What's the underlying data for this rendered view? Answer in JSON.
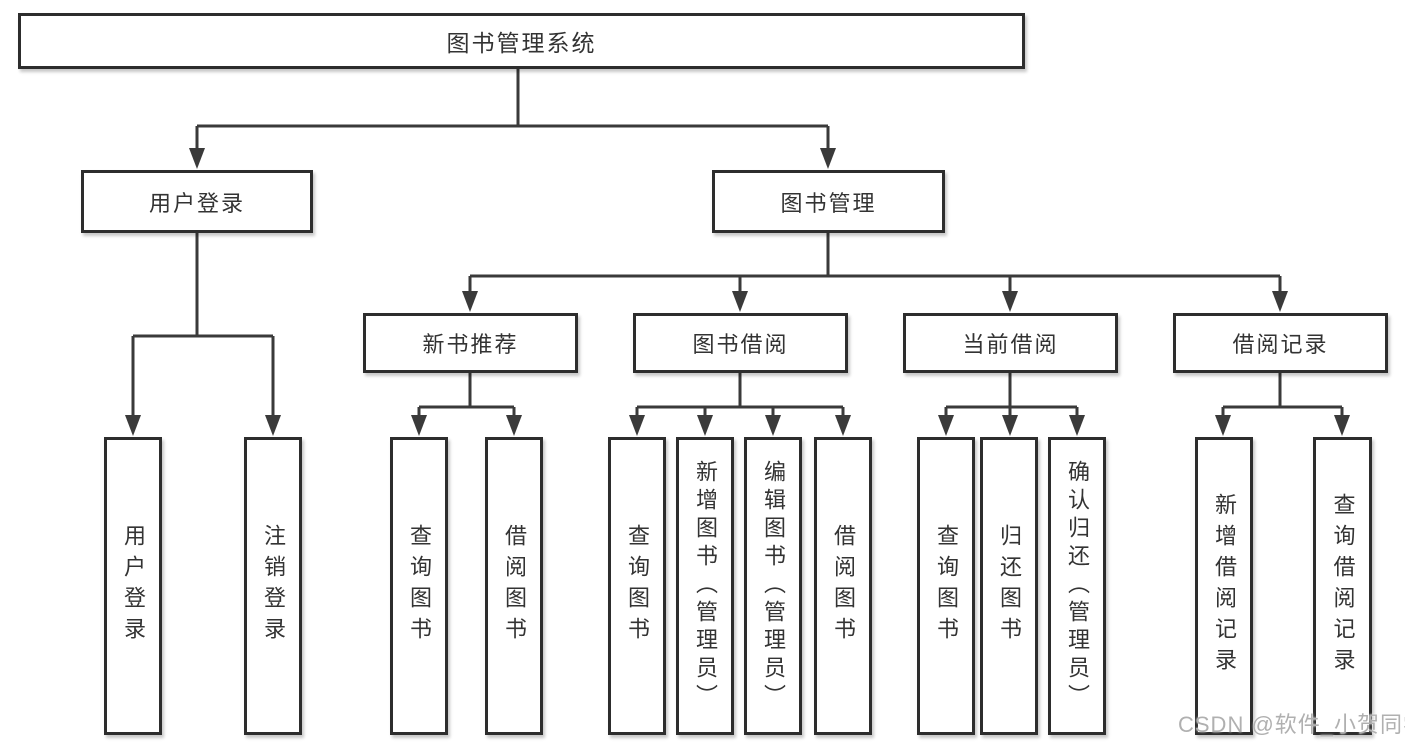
{
  "diagram": {
    "title": "图书管理系统",
    "nodes": {
      "root": {
        "label": "图书管理系统"
      },
      "l2": [
        {
          "label": "用户登录"
        },
        {
          "label": "图书管理"
        }
      ],
      "l3": [
        {
          "label": "新书推荐"
        },
        {
          "label": "图书借阅"
        },
        {
          "label": "当前借阅"
        },
        {
          "label": "借阅记录"
        }
      ],
      "leaves": [
        {
          "label": "用户登录"
        },
        {
          "label": "注销登录"
        },
        {
          "label": "查询图书"
        },
        {
          "label": "借阅图书"
        },
        {
          "label": "查询图书"
        },
        {
          "label": "新增图书（管理员）"
        },
        {
          "label": "编辑图书（管理员）"
        },
        {
          "label": "借阅图书"
        },
        {
          "label": "查询图书"
        },
        {
          "label": "归还图书"
        },
        {
          "label": "确认归还（管理员）"
        },
        {
          "label": "新增借阅记录"
        },
        {
          "label": "查询借阅记录"
        }
      ]
    },
    "hierarchy": {
      "图书管理系统": [
        "用户登录",
        "图书管理"
      ],
      "用户登录": [
        "用户登录",
        "注销登录"
      ],
      "图书管理": [
        "新书推荐",
        "图书借阅",
        "当前借阅",
        "借阅记录"
      ],
      "新书推荐": [
        "查询图书",
        "借阅图书"
      ],
      "图书借阅": [
        "查询图书",
        "新增图书（管理员）",
        "编辑图书（管理员）",
        "借阅图书"
      ],
      "当前借阅": [
        "查询图书",
        "归还图书",
        "确认归还（管理员）"
      ],
      "借阅记录": [
        "新增借阅记录",
        "查询借阅记录"
      ]
    }
  },
  "watermark": {
    "text": "CSDN @软件_小贺同学"
  },
  "colors": {
    "background": "#ffffff",
    "line": "#3a3a3a",
    "box_border": "#2d2d2d",
    "box_fill": "#ffffff",
    "text": "#333333",
    "watermark": "#b0b0b0"
  }
}
